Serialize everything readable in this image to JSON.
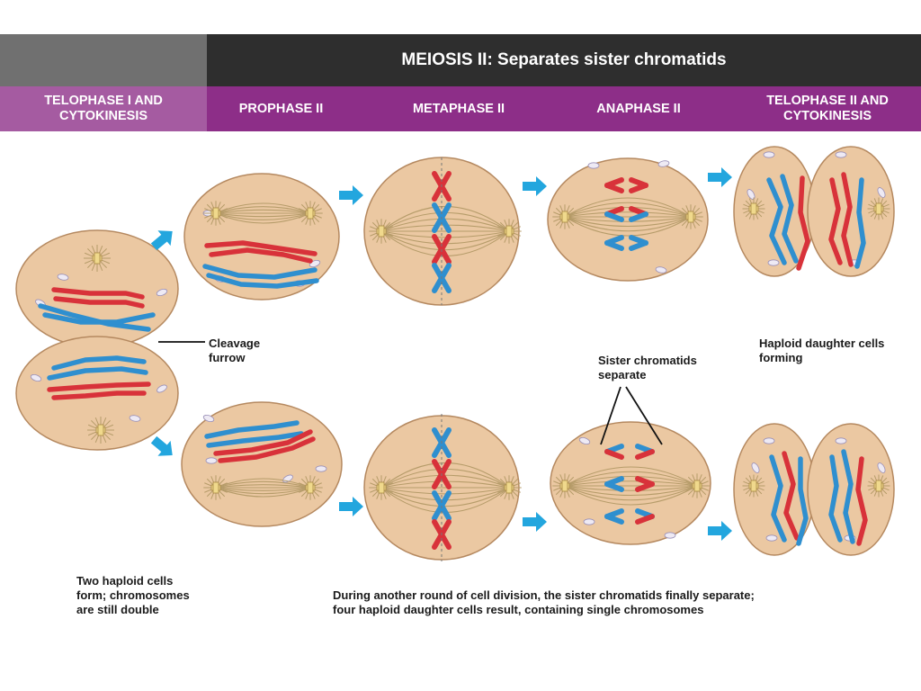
{
  "header": {
    "title": "MEIOSIS II: Separates sister chromatids"
  },
  "phases": [
    "TELOPHASE I AND\nCYTOKINESIS",
    "PROPHASE II",
    "METAPHASE II",
    "ANAPHASE II",
    "TELOPHASE II AND\nCYTOKINESIS"
  ],
  "labels": {
    "cleavage": "Cleavage\nfurrow",
    "haploid_forming": "Haploid daughter cells\nforming",
    "sister_separate": "Sister chromatids\nseparate",
    "two_haploid": "Two haploid cells\nform; chromosomes\nare still double",
    "bottom_caption": "During another round of cell division, the sister chromatids finally separate;\nfour haploid daughter cells result, containing single chromosomes"
  },
  "colors": {
    "cell_fill": "#ebc8a2",
    "cell_stroke": "#b58960",
    "maternal": "#d8323a",
    "paternal": "#2f8fcf",
    "arrow": "#23a6de",
    "spindle": "#b69c6a",
    "centrosome": "#f0d98c",
    "banner_dark": "#2e2e2e",
    "phase_bar": "#8d2e88"
  }
}
